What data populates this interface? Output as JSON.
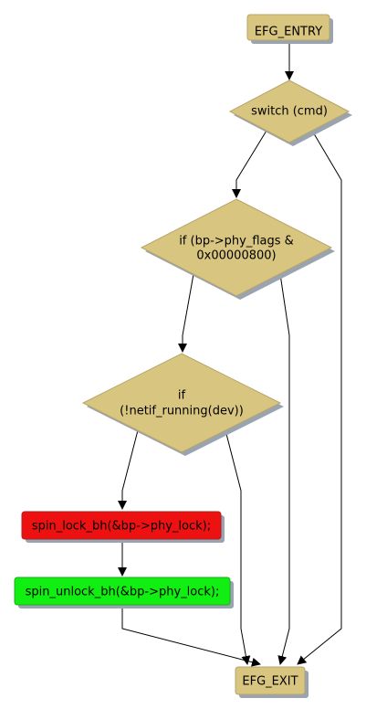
{
  "nodes": {
    "entry": {
      "label": "EFG_ENTRY"
    },
    "switch": {
      "label": "switch (cmd)"
    },
    "if1": {
      "line1": "if (bp->phy_flags &",
      "line2": "0x00000800)"
    },
    "if2": {
      "line1": "if",
      "line2": "(!netif_running(dev))"
    },
    "lock": {
      "label": "spin_lock_bh(&bp->phy_lock);"
    },
    "unlock": {
      "label": "spin_unlock_bh(&bp->phy_lock);"
    },
    "exit": {
      "label": "EFG_EXIT"
    }
  },
  "colors": {
    "node_fill": "#d8c57f",
    "node_border": "#b8a46a",
    "shadow": "#9aa3b0",
    "lock_fill": "#ee1111",
    "unlock_fill": "#11ee11",
    "edge": "#000000"
  }
}
